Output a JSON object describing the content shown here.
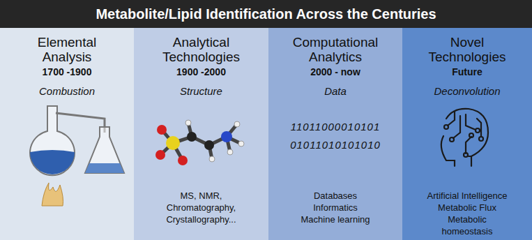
{
  "diagram": {
    "title": "Metabolite/Lipid Identification Across the Centuries",
    "nodes": [
      {
        "text": [
          "Elemental Analysis",
          "1700 -1900",
          "Combustion"
        ]
      },
      {
        "text": [
          "Analytical Technologies",
          "1900 -2000",
          "Structure",
          "MS, NMR, Chromatography, Crystallography..."
        ]
      },
      {
        "text": [
          "Computational Analytics",
          "2000 - now",
          "Data",
          "11011000010101",
          "01011010101010",
          "Databases",
          "Informatics",
          "Machine learning"
        ]
      },
      {
        "text": [
          "Novel Technologies",
          "Future",
          "Deconvolution",
          "Artificial Intelligence",
          "Metabolic Flux",
          "Metabolic homeostasis"
        ]
      }
    ]
  }
}
